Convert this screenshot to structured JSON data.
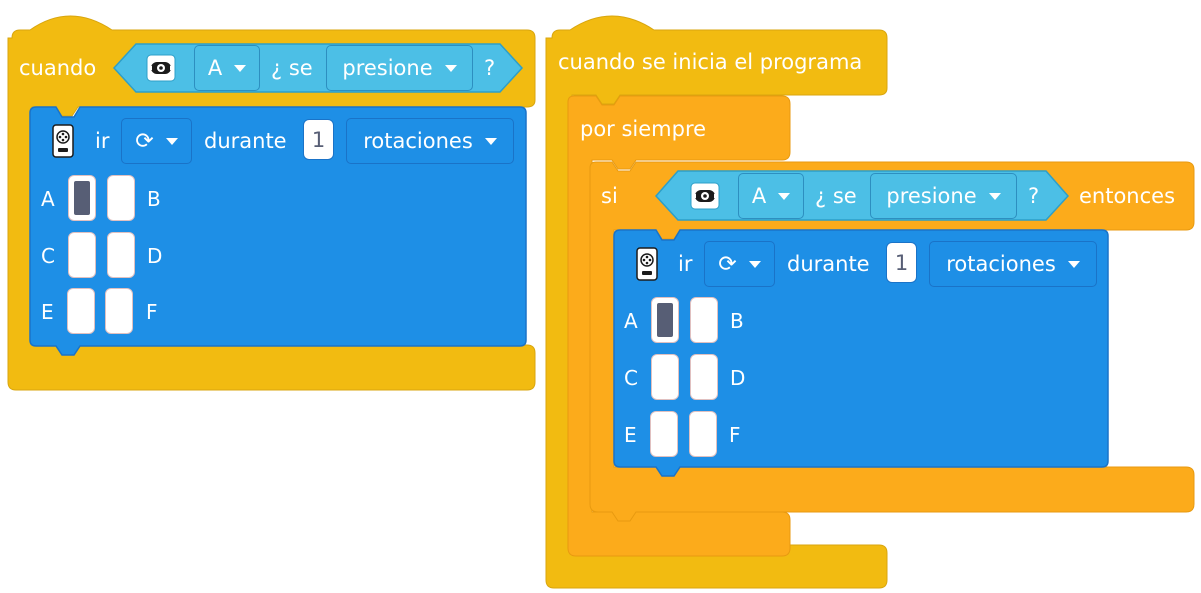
{
  "block1": {
    "hat_label": "cuando",
    "sensor_port": "A",
    "question_prefix": "¿ se",
    "sensor_action": "presione",
    "question_suffix": "?",
    "motor": {
      "label_go": "ir",
      "label_during": "durante",
      "amount": "1",
      "unit": "rotaciones",
      "ports": {
        "A": "A",
        "B": "B",
        "C": "C",
        "D": "D",
        "E": "E",
        "F": "F"
      },
      "selected_port": "A"
    }
  },
  "block2": {
    "hat_label": "cuando se inicia el programa",
    "loop_label": "por siempre",
    "if_label": "si",
    "then_label": "entonces",
    "sensor_port": "A",
    "question_prefix": "¿ se",
    "sensor_action": "presione",
    "question_suffix": "?",
    "motor": {
      "label_go": "ir",
      "label_during": "durante",
      "amount": "1",
      "unit": "rotaciones",
      "ports": {
        "A": "A",
        "B": "B",
        "C": "C",
        "D": "D",
        "E": "E",
        "F": "F"
      },
      "selected_port": "A"
    }
  },
  "colors": {
    "event_yellow": "#f2bb11",
    "control_orange": "#fcab1b",
    "sensor_blue": "#4cbfe6",
    "motor_blue": "#1e8fe6"
  },
  "icons": {
    "sensor": "force-sensor-icon",
    "motor": "motor-hub-icon",
    "direction": "clockwise-rotate-icon"
  }
}
